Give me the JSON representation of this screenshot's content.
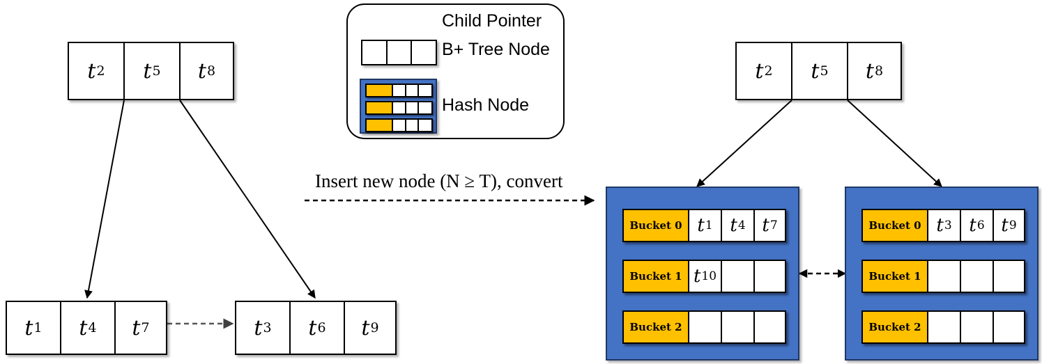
{
  "legend": {
    "items": [
      {
        "icon": "arrow-right-icon",
        "label": "Child Pointer"
      },
      {
        "icon": "btree-node-icon",
        "label": "B+ Tree Node"
      },
      {
        "icon": "hash-node-icon",
        "label": "Hash Node"
      }
    ]
  },
  "caption": {
    "text": "Insert new node (N ≥ T), convert"
  },
  "colors": {
    "hash_node_fill": "#4472C4",
    "bucket_label_fill": "#FFC000",
    "node_border": "#000000",
    "node_fill": "#FFFFFF"
  },
  "left_tree": {
    "root": {
      "keys": [
        {
          "base": "t",
          "sub": "2"
        },
        {
          "base": "t",
          "sub": "5"
        },
        {
          "base": "t",
          "sub": "8"
        }
      ]
    },
    "leaves": [
      {
        "keys": [
          {
            "base": "t",
            "sub": "1"
          },
          {
            "base": "t",
            "sub": "4"
          },
          {
            "base": "t",
            "sub": "7"
          }
        ]
      },
      {
        "keys": [
          {
            "base": "t",
            "sub": "3"
          },
          {
            "base": "t",
            "sub": "6"
          },
          {
            "base": "t",
            "sub": "9"
          }
        ]
      }
    ]
  },
  "right_tree": {
    "root": {
      "keys": [
        {
          "base": "t",
          "sub": "2"
        },
        {
          "base": "t",
          "sub": "5"
        },
        {
          "base": "t",
          "sub": "8"
        }
      ]
    },
    "hash_nodes": [
      {
        "buckets": [
          {
            "label": "Bucket 0",
            "slots": [
              {
                "base": "t",
                "sub": "1"
              },
              {
                "base": "t",
                "sub": "4"
              },
              {
                "base": "t",
                "sub": "7"
              }
            ]
          },
          {
            "label": "Bucket 1",
            "slots": [
              {
                "base": "t",
                "sub": "10"
              },
              {
                "base": "",
                "sub": ""
              },
              {
                "base": "",
                "sub": ""
              }
            ]
          },
          {
            "label": "Bucket 2",
            "slots": [
              {
                "base": "",
                "sub": ""
              },
              {
                "base": "",
                "sub": ""
              },
              {
                "base": "",
                "sub": ""
              }
            ]
          }
        ]
      },
      {
        "buckets": [
          {
            "label": "Bucket 0",
            "slots": [
              {
                "base": "t",
                "sub": "3"
              },
              {
                "base": "t",
                "sub": "6"
              },
              {
                "base": "t",
                "sub": "9"
              }
            ]
          },
          {
            "label": "Bucket 1",
            "slots": [
              {
                "base": "",
                "sub": ""
              },
              {
                "base": "",
                "sub": ""
              },
              {
                "base": "",
                "sub": ""
              }
            ]
          },
          {
            "label": "Bucket 2",
            "slots": [
              {
                "base": "",
                "sub": ""
              },
              {
                "base": "",
                "sub": ""
              },
              {
                "base": "",
                "sub": ""
              }
            ]
          }
        ]
      }
    ]
  }
}
